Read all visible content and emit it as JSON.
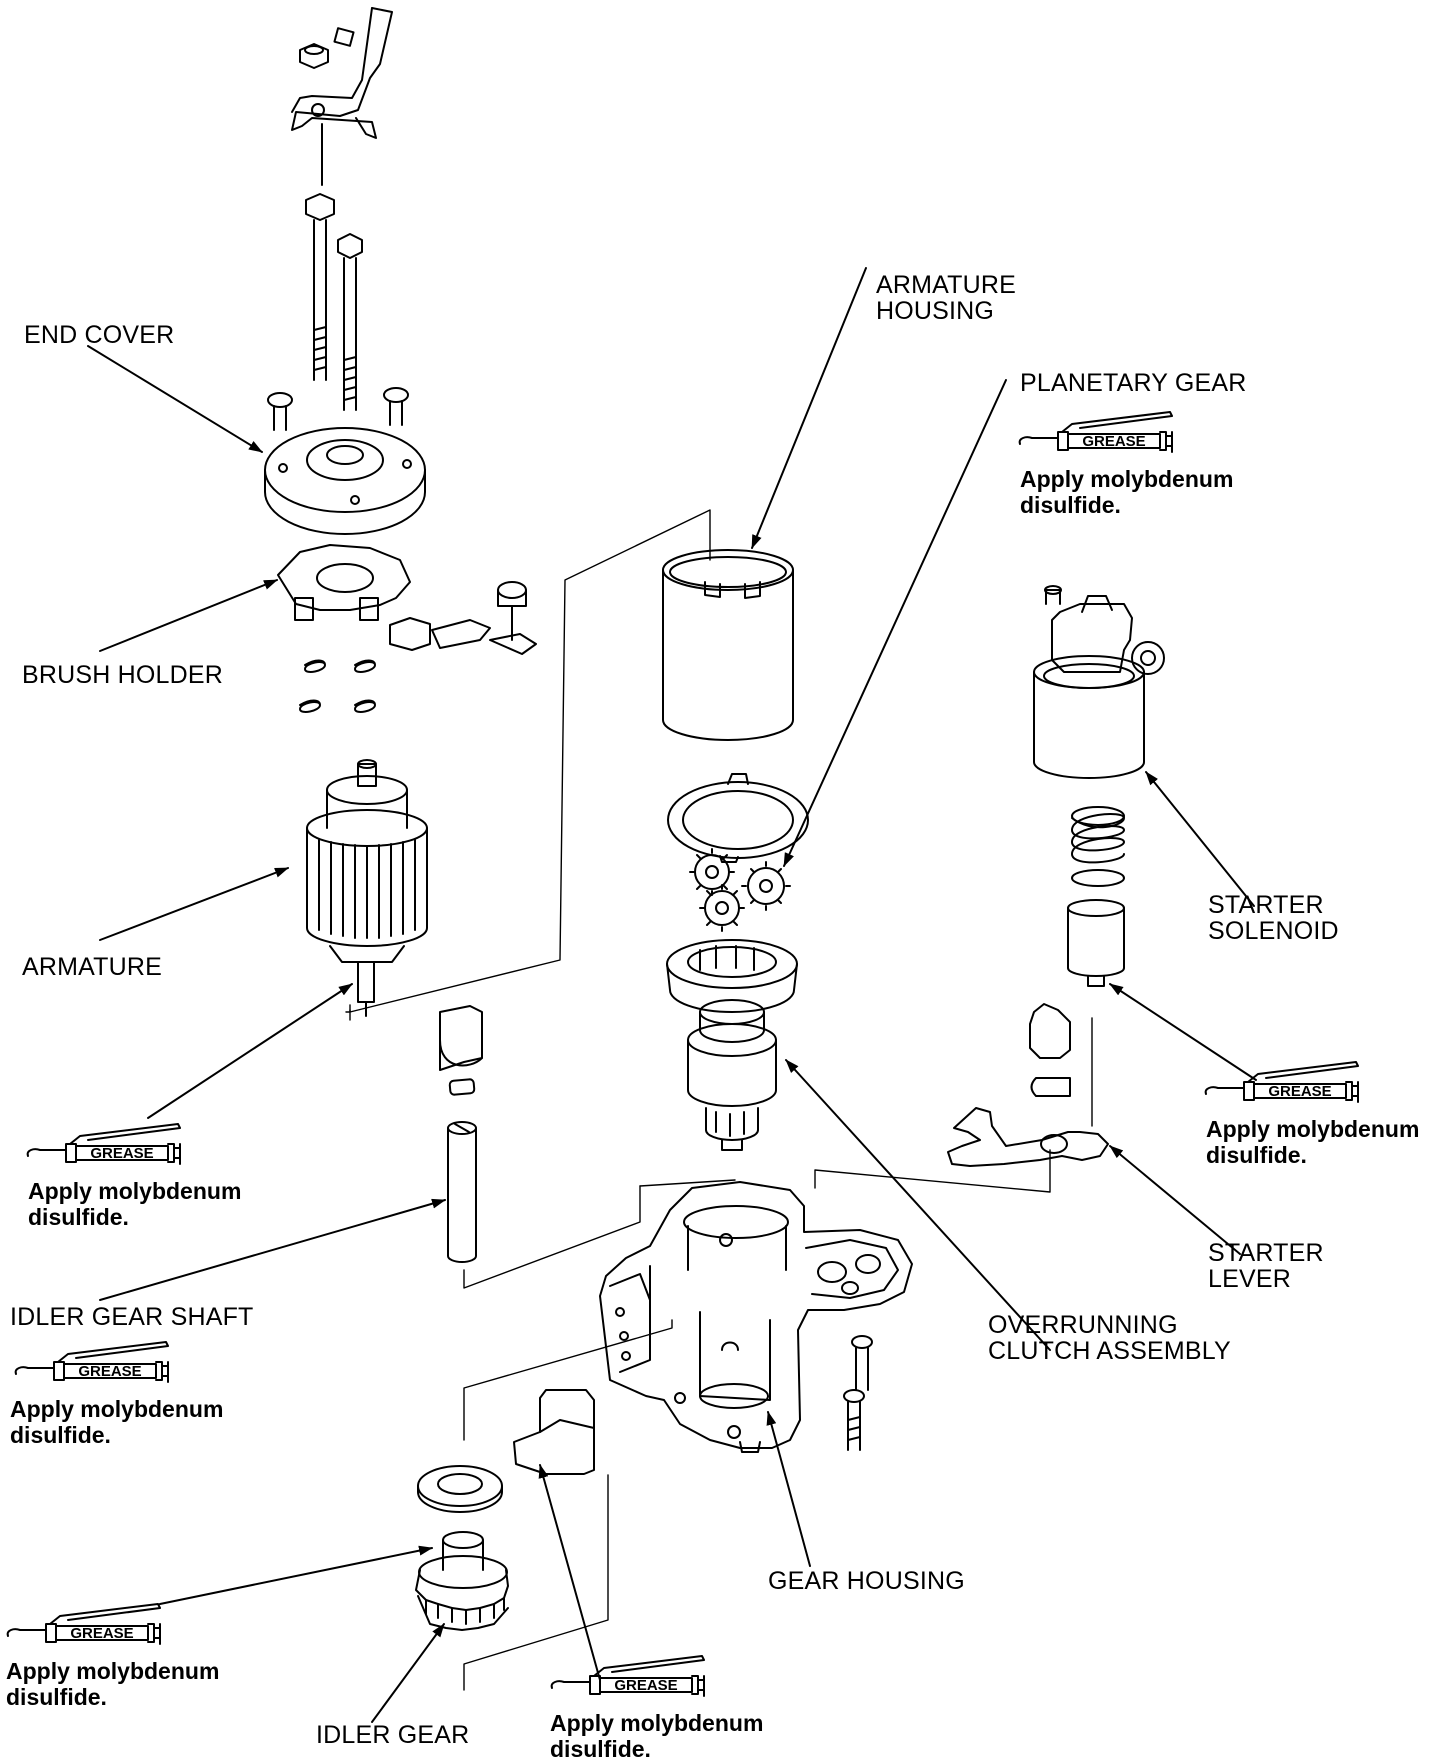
{
  "labels": {
    "end_cover": "END COVER",
    "brush_holder": "BRUSH HOLDER",
    "armature": "ARMATURE",
    "armature_housing_1": "ARMATURE",
    "armature_housing_2": "HOUSING",
    "planetary_gear": "PLANETARY GEAR",
    "starter_solenoid_1": "STARTER",
    "starter_solenoid_2": "SOLENOID",
    "starter_lever_1": "STARTER",
    "starter_lever_2": "LEVER",
    "overrunning_1": "OVERRUNNING",
    "overrunning_2": "CLUTCH ASSEMBLY",
    "idler_gear_shaft": "IDLER GEAR SHAFT",
    "gear_housing": "GEAR HOUSING",
    "idler_gear": "IDLER GEAR"
  },
  "grease_symbol": "GREASE",
  "notes": {
    "line1": "Apply molybdenum",
    "line2": "disulfide."
  }
}
